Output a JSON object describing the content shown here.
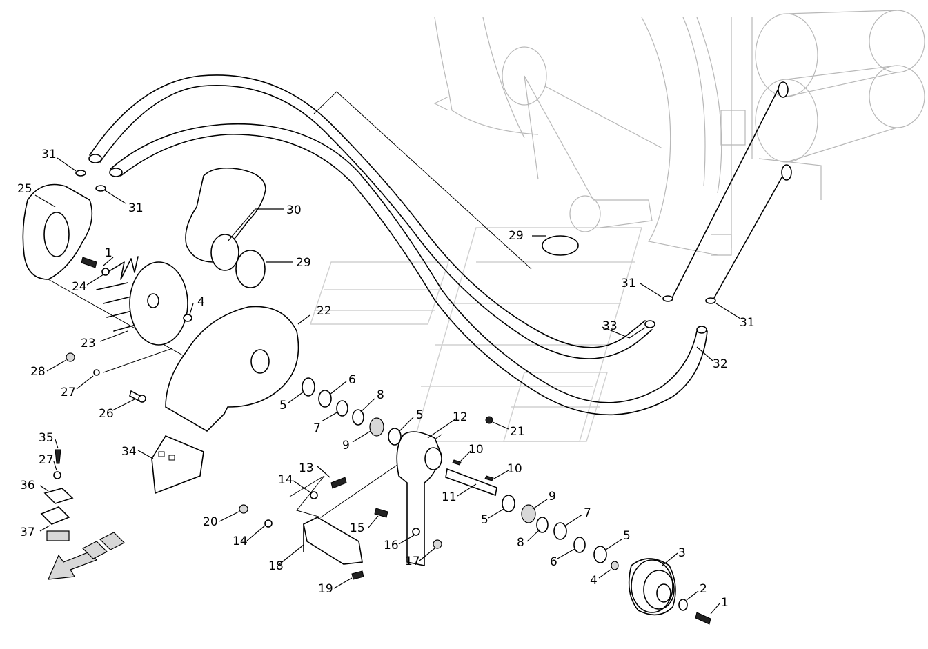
{
  "labels": {
    "l1a": "1",
    "l1b": "1",
    "l2": "2",
    "l3": "3",
    "l4a": "4",
    "l4b": "4",
    "l5a": "5",
    "l5b": "5",
    "l5c": "5",
    "l5d": "5",
    "l6a": "6",
    "l6b": "6",
    "l7a": "7",
    "l7b": "7",
    "l8a": "8",
    "l8b": "8",
    "l9a": "9",
    "l9b": "9",
    "l10a": "10",
    "l10b": "10",
    "l11": "11",
    "l12": "12",
    "l13": "13",
    "l14a": "14",
    "l14b": "14",
    "l15": "15",
    "l16": "16",
    "l17": "17",
    "l18": "18",
    "l19": "19",
    "l20": "20",
    "l21": "21",
    "l22": "22",
    "l23": "23",
    "l24": "24",
    "l25": "25",
    "l26": "26",
    "l27a": "27",
    "l27b": "27",
    "l28": "28",
    "l29a": "29",
    "l29b": "29",
    "l30": "30",
    "l31a": "31",
    "l31b": "31",
    "l31c": "31",
    "l31d": "31",
    "l32": "32",
    "l33": "33",
    "l34": "34",
    "l35": "35",
    "l36": "36",
    "l37": "37"
  }
}
